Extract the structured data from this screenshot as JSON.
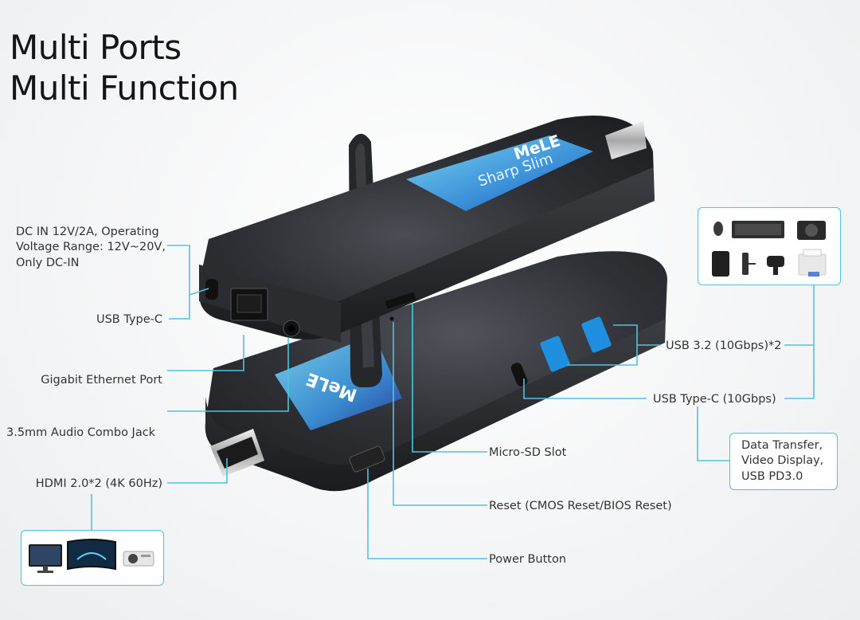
{
  "headline": {
    "line1": "Multi Ports",
    "line2": "Multi Function"
  },
  "brand": "MeLE",
  "sticker_text": "Sharp Slim",
  "callouts": {
    "dc_in": "DC IN 12V/2A, Operating\nVoltage Range: 12V~20V,\nOnly DC-IN",
    "usb_type_c_left": "USB Type-C",
    "gigabit_ethernet": "Gigabit Ethernet Port",
    "audio_jack": "3.5mm Audio Combo Jack",
    "hdmi": "HDMI 2.0*2 (4K 60Hz)",
    "micro_sd": "Micro-SD Slot",
    "reset": "Reset (CMOS Reset/BIOS Reset)",
    "power_button": "Power Button",
    "usb32": "USB 3.2 (10Gbps)*2",
    "usb_type_c_right": "USB Type-C (10Gbps)",
    "data_transfer": "Data Transfer,\nVideo Display,\nUSB PD3.0"
  },
  "colors": {
    "accent": "#4fc4dd",
    "device_body": "#2b2d31",
    "usb_blue": "#1f8fe0",
    "sticker": "#5ab6e6"
  },
  "peripheral_icons": [
    "mouse-icon",
    "keyboard-icon",
    "camera-icon",
    "hard-drive-icon",
    "usb-hub-icon",
    "webcam-icon",
    "printer-icon"
  ],
  "display_icons": [
    "monitor-icon",
    "curved-tv-icon",
    "projector-icon"
  ]
}
